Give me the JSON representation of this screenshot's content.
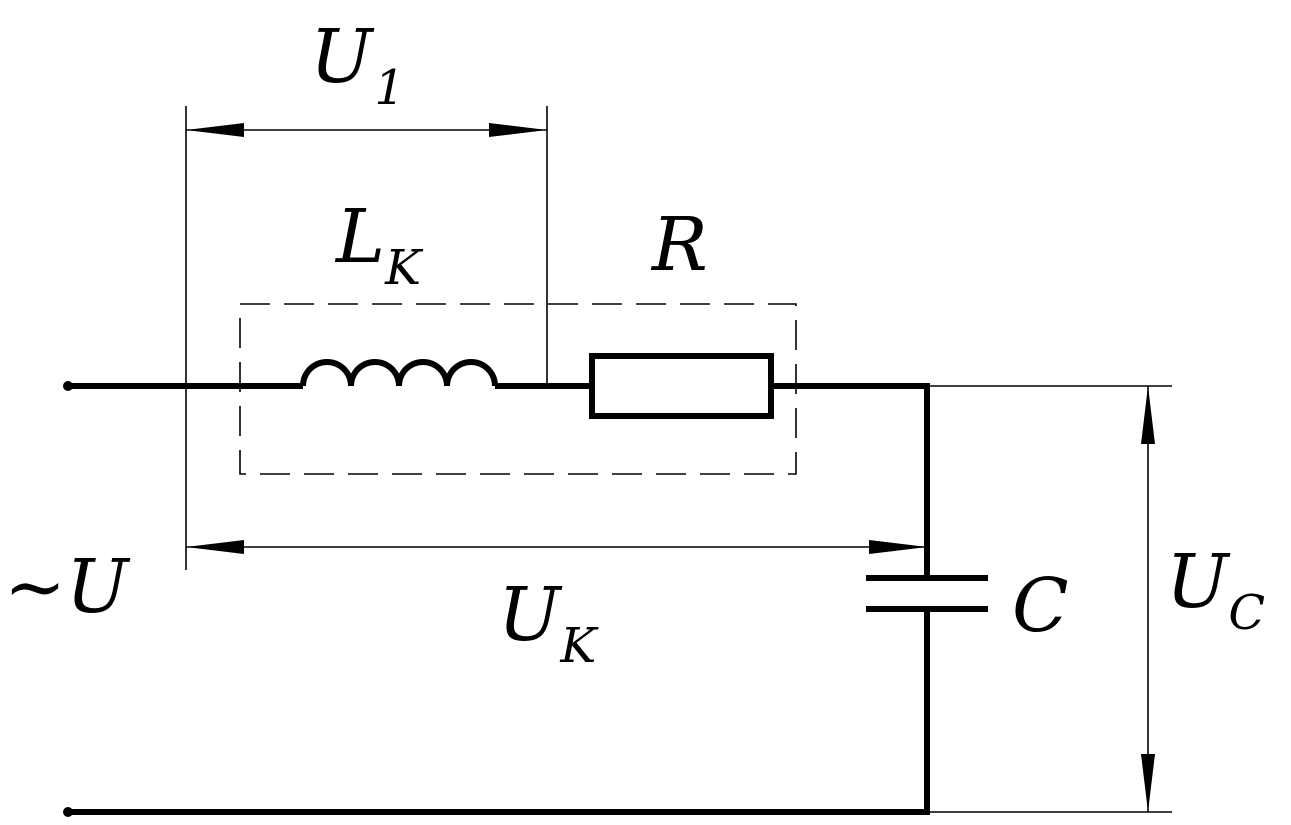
{
  "labels": {
    "u1_main": "U",
    "u1_sub": "1",
    "lk_main": "L",
    "lk_sub": "K",
    "r": "R",
    "source": "~U",
    "uk_main": "U",
    "uk_sub": "K",
    "c": "C",
    "uc_main": "U",
    "uc_sub": "C"
  }
}
